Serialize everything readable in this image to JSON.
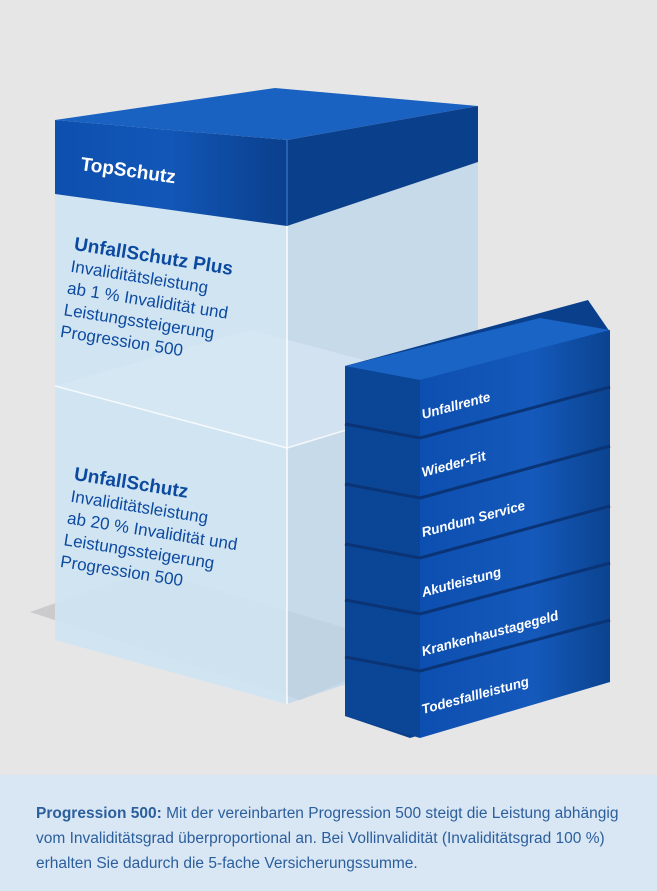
{
  "stack": {
    "top_label": "TopSchutz",
    "plus_block": {
      "title": "UnfallSchutz Plus",
      "lines": [
        "Invaliditätsleistung",
        "ab 1 % Invalidität und",
        "Leistungssteigerung",
        "Progression 500"
      ]
    },
    "base_block": {
      "title": "UnfallSchutz",
      "lines": [
        "Invaliditätsleistung",
        "ab 20 % Invalidität und",
        "Leistungssteigerung",
        "Progression 500"
      ]
    }
  },
  "modules": [
    "Unfallrente",
    "Wieder-Fit",
    "Rundum Service",
    "Akutleistung",
    "Krankenhaustagegeld",
    "Todesfallleistung"
  ],
  "footnote": {
    "term": "Progression 500:",
    "text": " Mit der vereinbarten Progression 500 steigt die Leistung abhängig vom Invaliditätsgrad überproportional an. Bei Vollinvalidität (Invaliditätsgrad 100 %) erhalten Sie dadurch die 5-fache Versicherungssumme."
  },
  "colors": {
    "background": "#e6e6e7",
    "footnote_background": "#d9e6f4",
    "dark_blue": "#0c4aa0",
    "glass_blue": "#c9e1f1",
    "text_blue": "#2b5f9c"
  }
}
